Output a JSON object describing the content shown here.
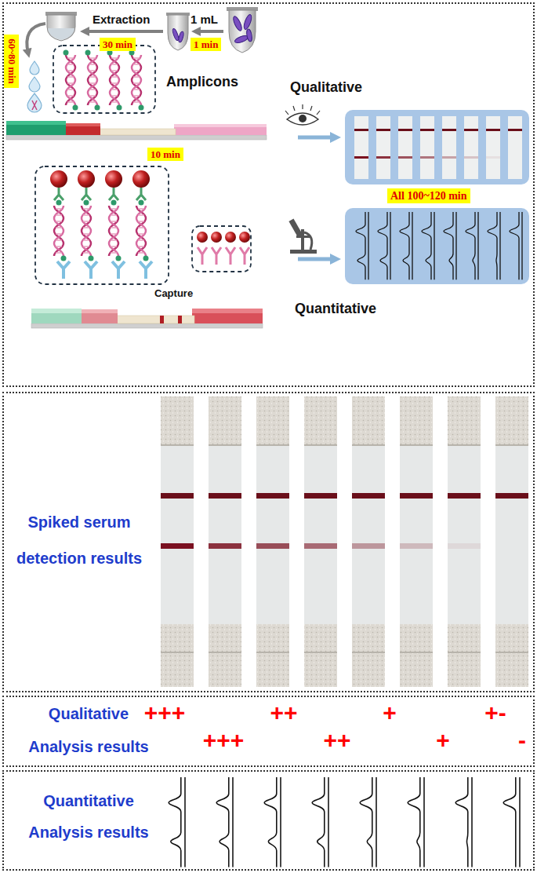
{
  "diagram": {
    "nodes": [
      {
        "text": [
          "Extraction",
          "1 mL",
          "Amplicons",
          "Capture",
          "Qualitative",
          "Quantitative"
        ]
      },
      {
        "text": [
          "1 min"
        ],
        "in": 0
      },
      {
        "text": [
          "30 min"
        ],
        "in": 0
      },
      {
        "text": [
          "60~80 min"
        ],
        "in": 0
      },
      {
        "text": [
          "10 min"
        ],
        "in": 0
      },
      {
        "text": [
          "All 100~120 min"
        ],
        "in": 0
      },
      {
        "text": [
          "Spiked serum detection results"
        ]
      },
      {
        "text": [
          "Qualitative Analysis results"
        ]
      },
      {
        "text": [
          "Quantitative Analysis results"
        ]
      }
    ],
    "labels": [
      "+++",
      "+++",
      "++",
      "++",
      "+",
      "+",
      "+-",
      "-"
    ]
  }
}
